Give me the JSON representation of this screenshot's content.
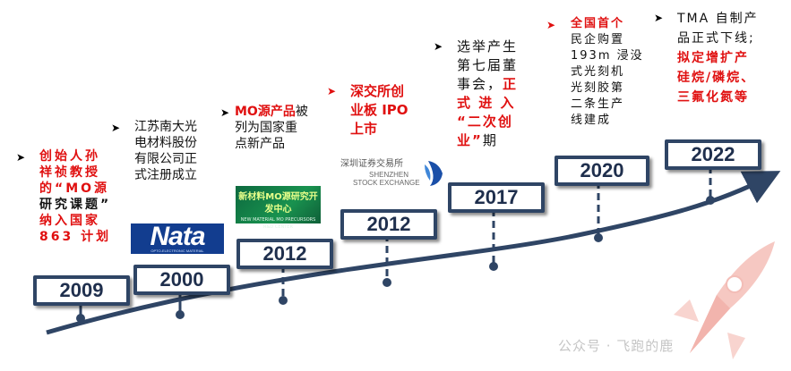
{
  "years": {
    "y2009": "2009",
    "y2000": "2000",
    "y2012a": "2012",
    "y2012b": "2012",
    "y2017": "2017",
    "y2020": "2020",
    "y2022": "2022"
  },
  "milestones": {
    "m1_red1": "创始人孙",
    "m1_red2": "祥祯教授",
    "m1_red3": "的“MO源",
    "m1_red4": "研究课题”",
    "m1_red5": "纳入国家",
    "m1_red6": "863 计划",
    "m2_l1": "江苏南大光",
    "m2_l2": "电材料股份",
    "m2_l3": "有限公司正",
    "m2_l4": "式注册成立",
    "m3_red": "MO源产品",
    "m3_blk1": "被",
    "m3_blk2": "列为国家重",
    "m3_blk3": "点新产品",
    "m4_l1": "深交所创",
    "m4_l2": "业板 IPO",
    "m4_l3": "上市",
    "m5_l1": "选举产生",
    "m5_l2": "第七届董",
    "m5_l3a": "事会，",
    "m5_l3b": "正",
    "m5_l4": "式 进 入",
    "m5_l5": "“二次创",
    "m5_l6a": "业”",
    "m5_l6b": "期",
    "m6_red": "全国首个",
    "m6_l2": "民企购置",
    "m6_l3": "193m 浸没",
    "m6_l4": "式光刻机",
    "m6_l5": "光刻胶第",
    "m6_l6": "二条生产",
    "m6_l7": "线建成",
    "m7_blk1": "TMA 自制产",
    "m7_blk2": "品正式下线;",
    "m7_red1": "拟定增扩产",
    "m7_red2": "硅烷/磷烷、",
    "m7_red3": "三氟化氮等"
  },
  "logos": {
    "nata": "Nata",
    "nata_sub": "OPTO-ELECTRONIC MATERIAL",
    "center_cn": "新材料MO源研究开发中心",
    "center_en": "NEW MATERIAL MO PRECURSORS R&D CENTER",
    "szse_cn": "深圳证券交易所",
    "szse_en1": "SHENZHEN",
    "szse_en2": "STOCK EXCHANGE"
  },
  "watermark": "公众号 · 飞跑的鹿",
  "colors": {
    "curve": "#2f4565",
    "red_text": "#e01010",
    "rocket": "#f2b0a8"
  }
}
